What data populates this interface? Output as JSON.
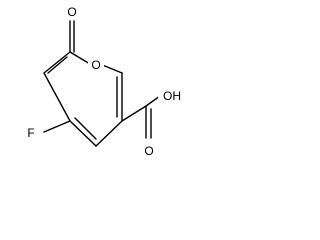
{
  "molecule": {
    "atoms": {
      "ring_oxygen": "O",
      "carbonyl_oxygen": "O",
      "fluorine": "F",
      "carboxyl_oxygen": "O",
      "hydroxyl": "OH"
    },
    "line_color": "#000000",
    "background_color": "#ffffff"
  }
}
